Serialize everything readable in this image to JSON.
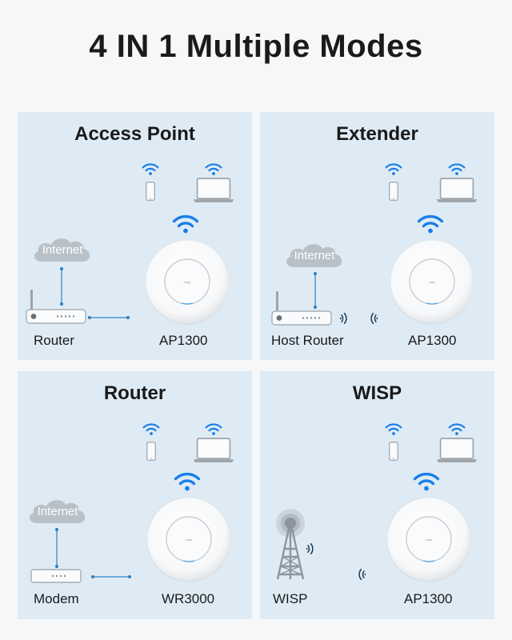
{
  "title": "4 IN 1 Multiple Modes",
  "colors": {
    "panel_bg": "#deebf5",
    "wifi_blue": "#1a7ee6",
    "device_gray": "#9ea3a8",
    "cloud_gray": "#b9c1c8",
    "line_blue": "#2f7fbf"
  },
  "panels": [
    {
      "title": "Access Point",
      "cloud_label": "Internet",
      "left_label": "Router",
      "right_label": "AP1300",
      "icons": [
        "wifi-icon",
        "phone-icon",
        "laptop-icon",
        "cloud-icon",
        "router-icon",
        "ceiling-ap-icon"
      ]
    },
    {
      "title": "Extender",
      "cloud_label": "Internet",
      "left_label": "Host Router",
      "right_label": "AP1300",
      "icons": [
        "wifi-icon",
        "phone-icon",
        "laptop-icon",
        "cloud-icon",
        "router-icon",
        "signal-wave-icon",
        "ceiling-ap-icon"
      ]
    },
    {
      "title": "Router",
      "cloud_label": "Internet",
      "left_label": "Modem",
      "right_label": "WR3000",
      "icons": [
        "wifi-icon",
        "phone-icon",
        "laptop-icon",
        "cloud-icon",
        "modem-icon",
        "ceiling-ap-icon"
      ]
    },
    {
      "title": "WISP",
      "left_label": "WISP",
      "right_label": "AP1300",
      "icons": [
        "wifi-icon",
        "phone-icon",
        "laptop-icon",
        "tower-icon",
        "signal-wave-icon",
        "ceiling-ap-icon"
      ]
    }
  ]
}
